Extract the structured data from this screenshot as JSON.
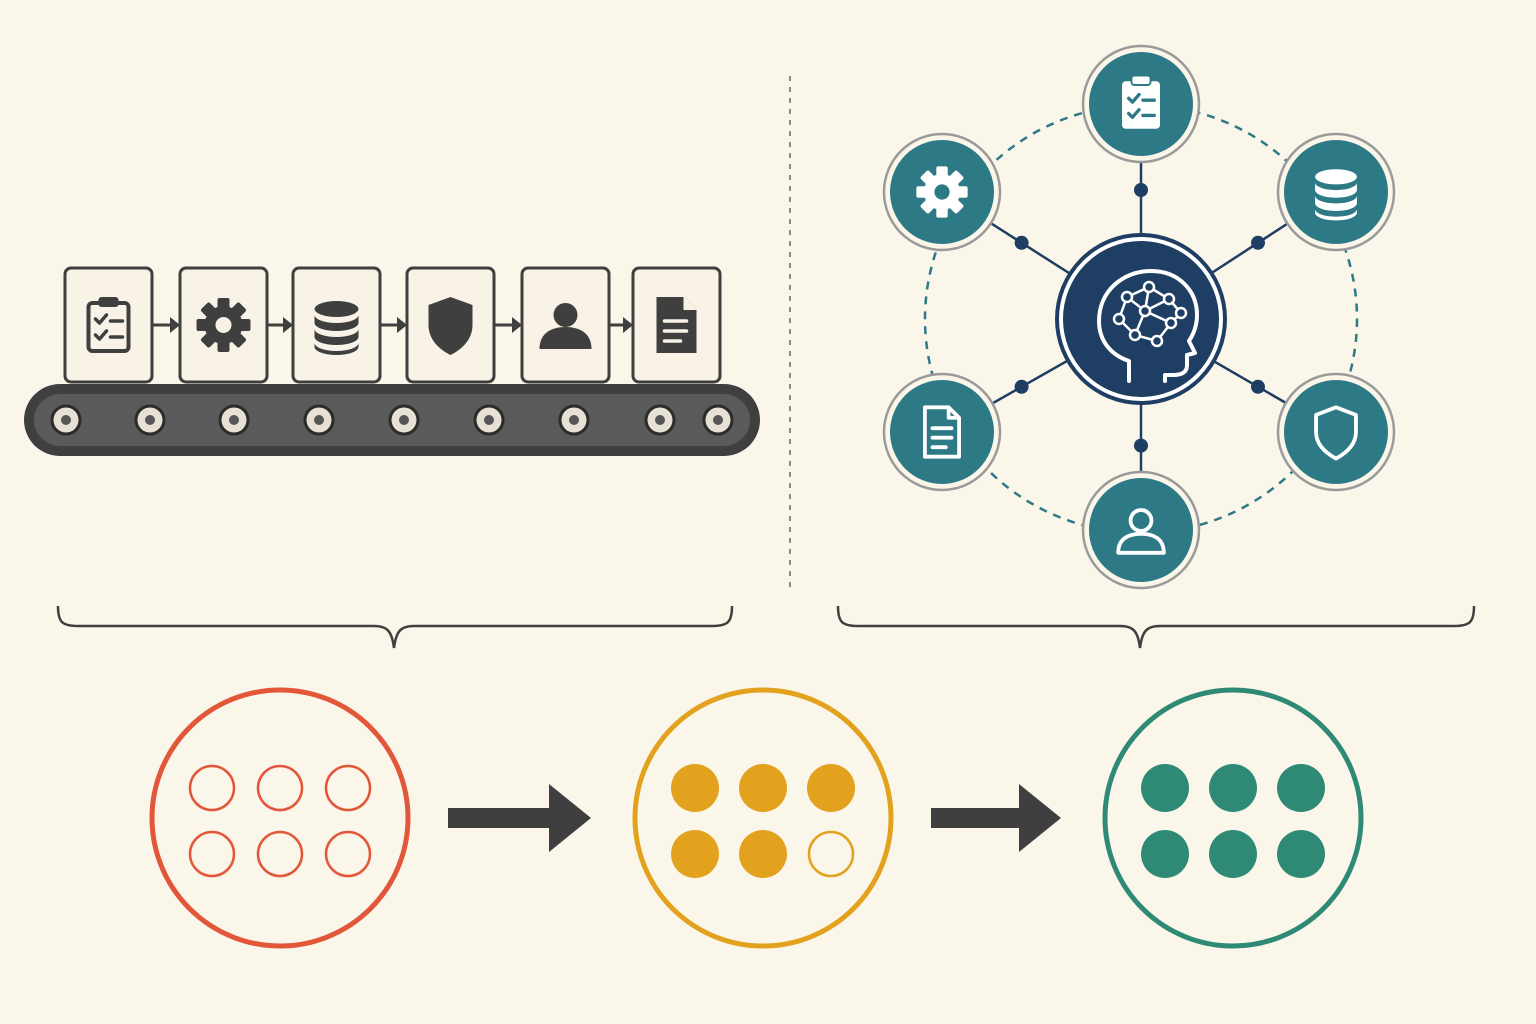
{
  "colors": {
    "background": "#FBF6EA",
    "dark": "#3F3F3F",
    "card_fill": "#F8F3E6",
    "teal": "#2D7A86",
    "navy": "#1E3E63",
    "stage_empty": "#E2563A",
    "stage_partial": "#E2A21E",
    "stage_full": "#2E8A74"
  },
  "pipeline": {
    "steps": [
      {
        "icon": "clipboard-checklist-icon"
      },
      {
        "icon": "gear-icon"
      },
      {
        "icon": "database-icon"
      },
      {
        "icon": "shield-icon"
      },
      {
        "icon": "user-icon"
      },
      {
        "icon": "document-icon"
      }
    ],
    "conveyor_rollers": 9
  },
  "network": {
    "center": {
      "icon": "brain-head-icon"
    },
    "satellites": [
      {
        "icon": "clipboard-checklist-icon"
      },
      {
        "icon": "database-icon"
      },
      {
        "icon": "shield-icon"
      },
      {
        "icon": "user-icon"
      },
      {
        "icon": "document-icon"
      },
      {
        "icon": "gear-icon"
      }
    ]
  },
  "progression": {
    "stages": [
      {
        "state": "empty",
        "filled": 0,
        "total": 6,
        "color_key": "stage_empty"
      },
      {
        "state": "partial",
        "filled": 5,
        "total": 6,
        "color_key": "stage_partial"
      },
      {
        "state": "complete",
        "filled": 6,
        "total": 6,
        "color_key": "stage_full"
      }
    ]
  }
}
